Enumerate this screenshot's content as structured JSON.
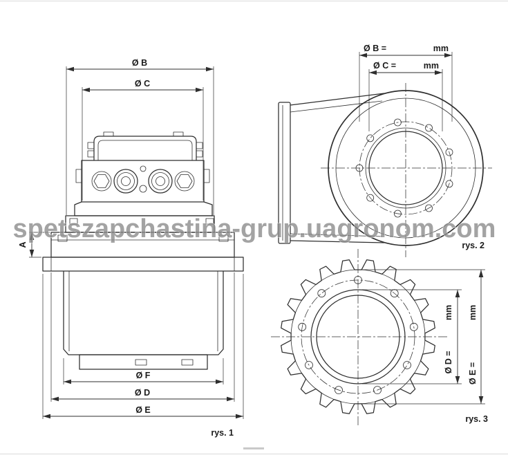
{
  "watermark": "spetszapchastina-grup.uagronom.com",
  "front_view": {
    "caption": "rys. 1",
    "dim_b": "Ø B",
    "dim_c": "Ø C",
    "dim_a": "A",
    "dim_f": "Ø F",
    "dim_d": "Ø D",
    "dim_e": "Ø E"
  },
  "side_view": {
    "caption": "rys. 2",
    "dim_b_label": "Ø B =",
    "dim_b_unit": "mm",
    "dim_c_label": "Ø C =",
    "dim_c_unit": "mm"
  },
  "sprocket_view": {
    "caption": "rys. 3",
    "dim_d_label": "Ø D =",
    "dim_d_unit": "mm",
    "dim_e_label": "Ø E =",
    "dim_e_unit": "mm"
  }
}
